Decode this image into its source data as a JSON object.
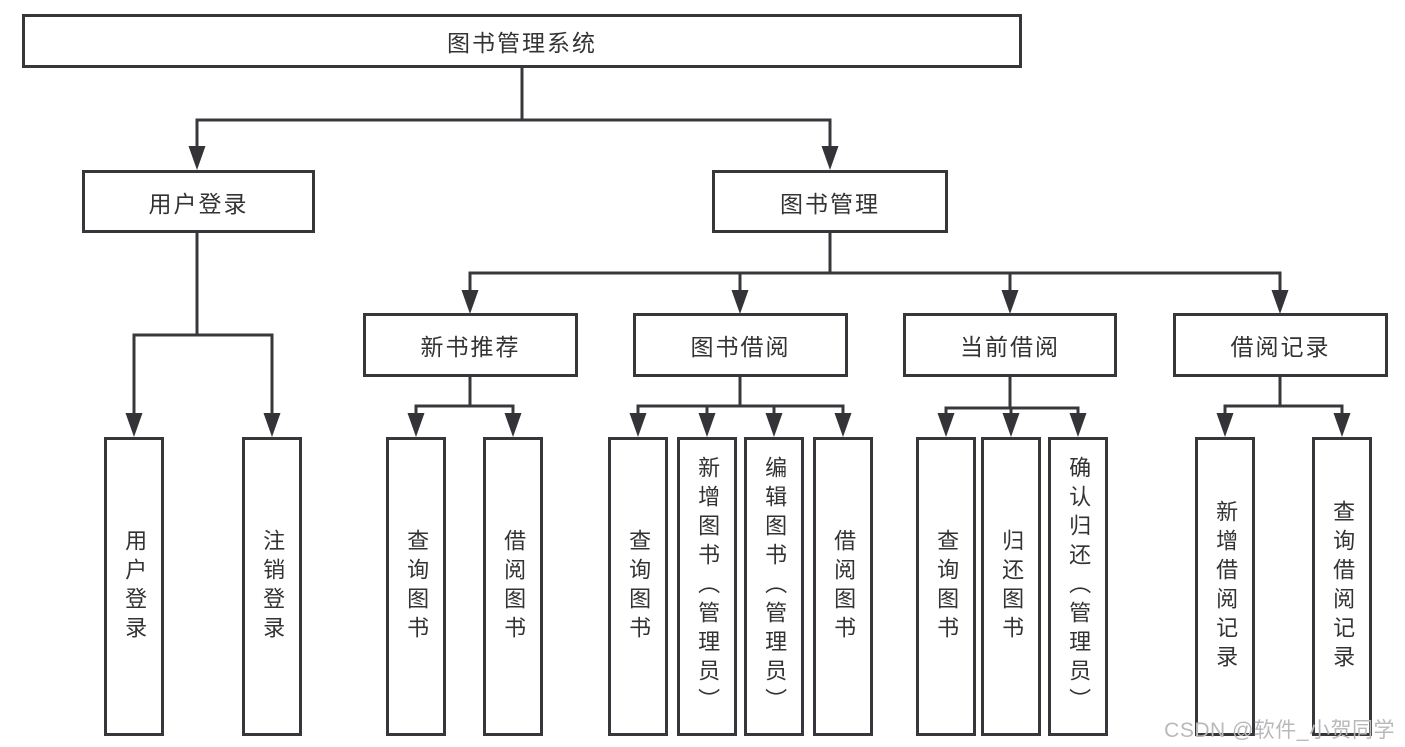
{
  "diagram": {
    "root": {
      "label": "图书管理系统"
    },
    "user_login": {
      "label": "用户登录",
      "leaves": [
        "用户登录",
        "注销登录"
      ]
    },
    "book_mgmt": {
      "label": "图书管理",
      "groups": [
        {
          "label": "新书推荐",
          "leaves": [
            "查询图书",
            "借阅图书"
          ]
        },
        {
          "label": "图书借阅",
          "leaves": [
            "查询图书",
            "新增图书（管理员）",
            "编辑图书（管理员）",
            "借阅图书"
          ]
        },
        {
          "label": "当前借阅",
          "leaves": [
            "查询图书",
            "归还图书",
            "确认归还（管理员）"
          ]
        },
        {
          "label": "借阅记录",
          "leaves": [
            "新增借阅记录",
            "查询借阅记录"
          ]
        }
      ]
    }
  },
  "watermark": {
    "text": "CSDN @软件_小贺同学"
  },
  "colors": {
    "background": "#ffffff",
    "line": "#38383c",
    "box_border": "#37373b",
    "text": "#333333",
    "watermark": "#b9b9b9"
  }
}
